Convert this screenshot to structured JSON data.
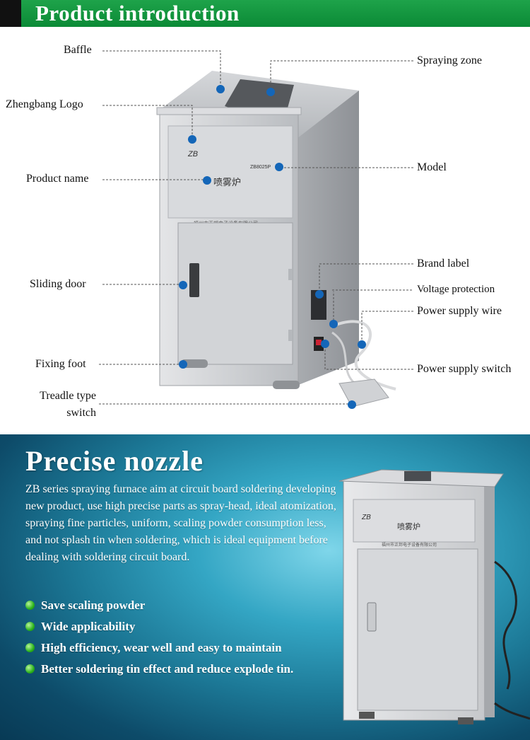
{
  "header": {
    "title": "Product introduction",
    "accent_color": "#129c41"
  },
  "labels": {
    "baffle": "Baffle",
    "spraying_zone": "Spraying zone",
    "logo": "Zhengbang Logo",
    "product_name": "Product name",
    "model": "Model",
    "brand_label": "Brand label",
    "voltage_protection": "Voltage protection",
    "power_supply_wire": "Power supply wire",
    "sliding_door": "Sliding door",
    "fixing_foot": "Fixing foot",
    "power_supply_switch": "Power supply switch",
    "treadle_line1": "Treadle type",
    "treadle_line2": "switch"
  },
  "machine": {
    "logo_text": "ZB",
    "model_text": "ZB8025P",
    "name_text": "喷雾炉",
    "company_text": "福州市正邦电子设备有限公司"
  },
  "section2": {
    "title": "Precise nozzle",
    "description": "ZB series spraying furnace aim at circuit board soldering developing new product, use high precise parts as spray-head, ideal atomization, spraying fine particles, uniform, scaling powder consumption less, and not splash tin when soldering, which is ideal equipment before dealing with soldering circuit board.",
    "features": [
      "Save scaling powder",
      "Wide applicability",
      "High efficiency, wear well and easy to maintain",
      "Better soldering tin effect and reduce explode tin."
    ]
  }
}
